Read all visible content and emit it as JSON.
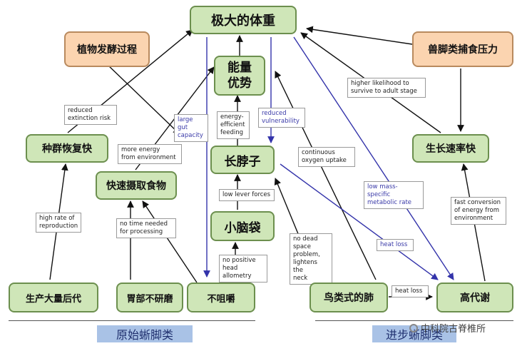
{
  "nodes": {
    "max_body": "极大的体重",
    "plant_ferment": "植物发酵过程",
    "predator": "兽脚类捕食压力",
    "energy": "能量\n优势",
    "population": "种群恢复快",
    "growth": "生长速率快",
    "long_neck": "长脖子",
    "fast_food": "快速摄取食物",
    "small_head": "小脑袋",
    "mass_offspring": "生产大量后代",
    "no_grind": "胃部不研磨",
    "no_chew": "不咀嚼",
    "bird_lung": "鸟类式的肺",
    "high_metab": "高代谢"
  },
  "notes": {
    "reduced_extinction": "reduced\nextinction risk",
    "higher_likelihood": "higher likelihood to\nsurvive to adult stage",
    "large_gut": "large gut\ncapacity",
    "energy_efficient": "energy-\nefficient\nfeeding",
    "reduced_vuln": "reduced\nvulnerability",
    "more_energy": "more energy\nfrom environment",
    "continuous_oxygen": "continuous\noxygen uptake",
    "low_lever": "low lever forces",
    "low_mass": "low mass-specific\nmetabolic rate",
    "fast_conversion": "fast conversion\nof energy from\nenvironment",
    "high_rate": "high rate of\nreproduction",
    "no_time": "no time needed\nfor processing",
    "no_dead_space": "no dead space\nproblem,\nlightens the\nneck",
    "heat_loss_1": "heat loss",
    "no_positive": "no positive\nhead allometry",
    "heat_loss_2": "heat loss"
  },
  "banners": {
    "primitive": "原始蜥脚类",
    "advanced": "进步蜥脚类"
  },
  "watermark": "中科院古脊椎所",
  "colors": {
    "node_green": "#cfe6b8",
    "node_orange": "#fbd4b0",
    "arrow_black": "#111111",
    "arrow_blue": "#3333aa",
    "banner": "#a9c2e6"
  }
}
